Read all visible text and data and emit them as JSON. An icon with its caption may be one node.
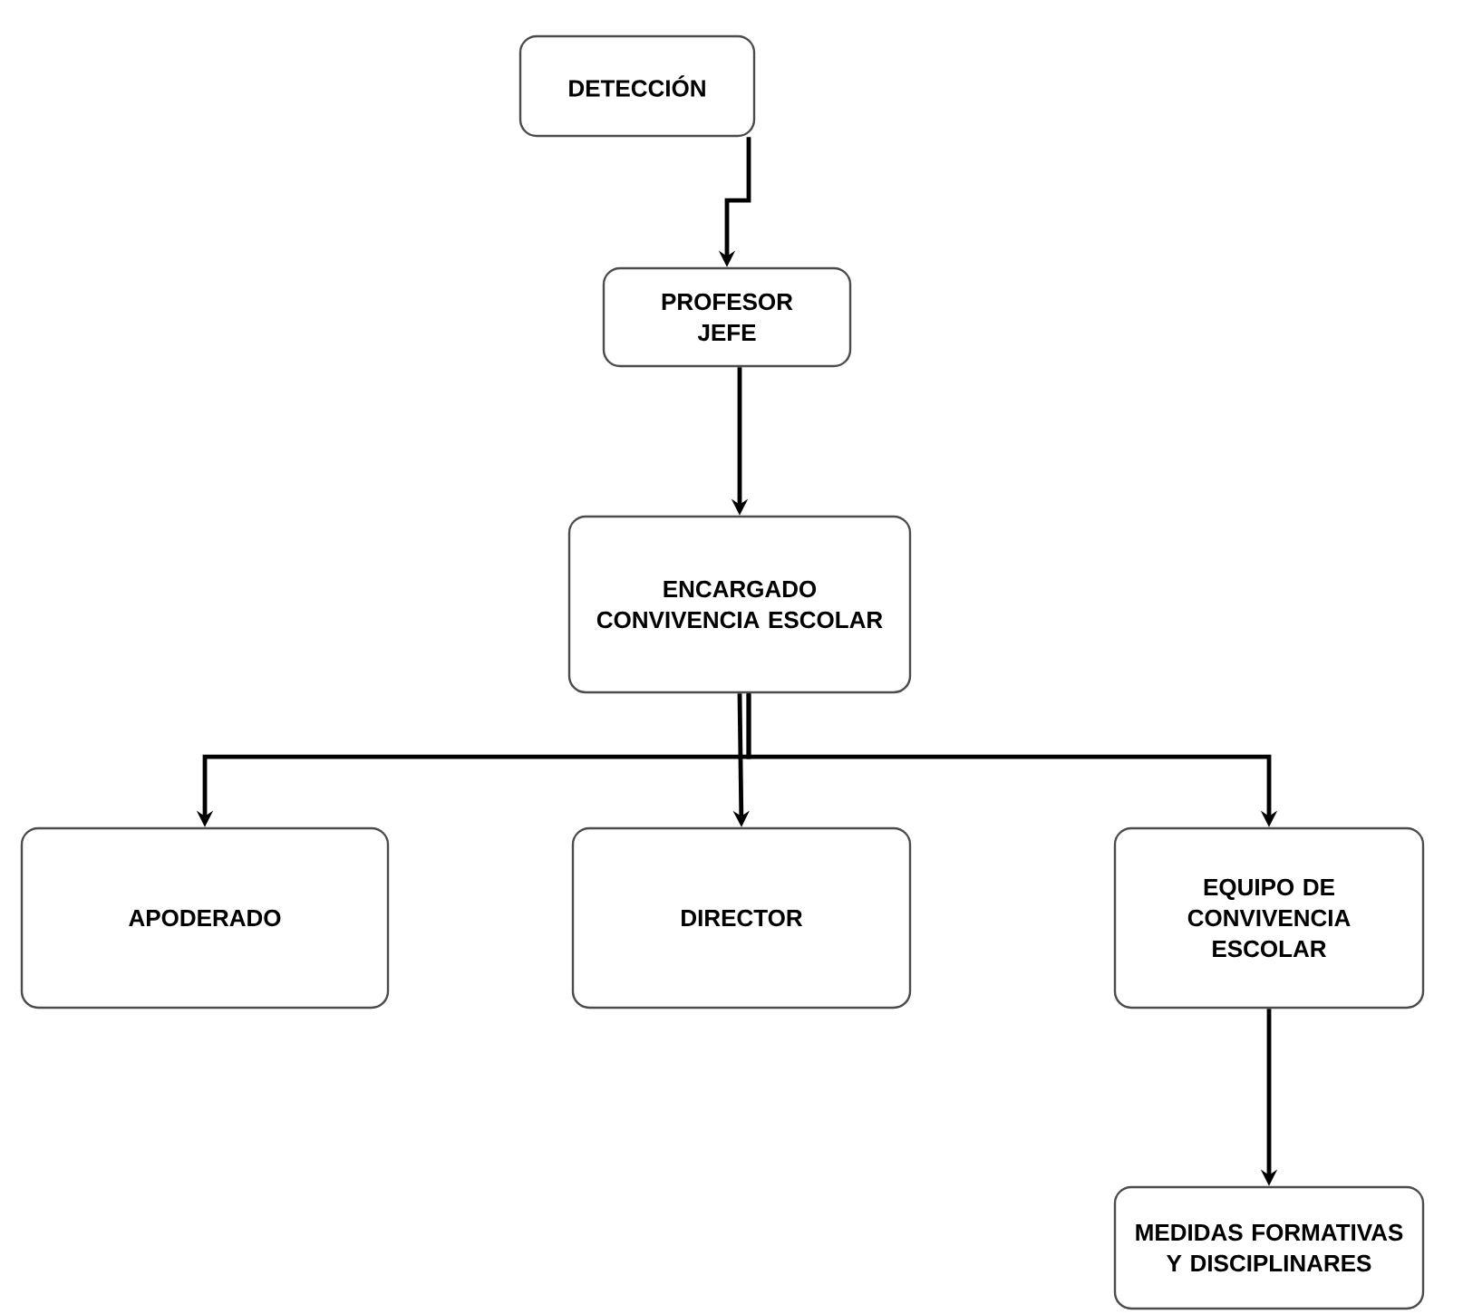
{
  "diagram": {
    "nodes": [
      {
        "text": [
          "DETECCIÓN"
        ]
      },
      {
        "text": [
          "PROFESOR JEFE"
        ]
      },
      {
        "text": [
          "ENCARGADO CONVIVENCIA ESCOLAR"
        ]
      },
      {
        "text": [
          "APODERADO"
        ]
      },
      {
        "text": [
          "DIRECTOR"
        ]
      },
      {
        "text": [
          "EQUIPO DE CONVIVENCIA ESCOLAR"
        ]
      },
      {
        "text": [
          "MEDIDAS FORMATIVAS Y DISCIPLINARES"
        ]
      }
    ],
    "edges": [
      {
        "from": 0,
        "to": 1,
        "arrow": "to"
      },
      {
        "from": 1,
        "to": 2,
        "arrow": "to"
      },
      {
        "from": 2,
        "to": 3,
        "arrow": "to"
      },
      {
        "from": 2,
        "to": 4,
        "arrow": "to"
      },
      {
        "from": 2,
        "to": 5,
        "arrow": "to"
      },
      {
        "from": 5,
        "to": 6,
        "arrow": "to"
      }
    ]
  }
}
